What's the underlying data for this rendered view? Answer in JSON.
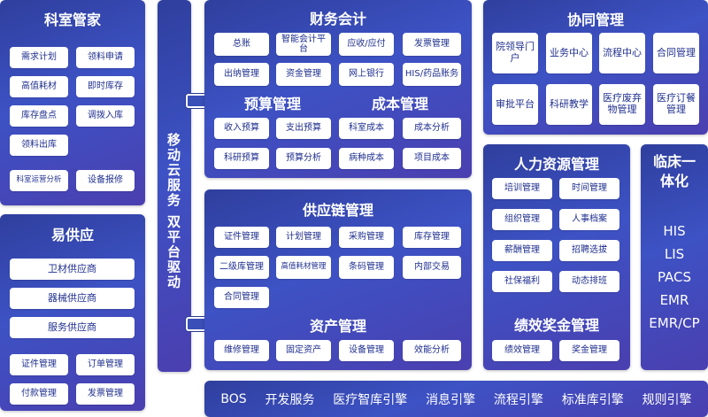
{
  "keshi": {
    "title": "科室管家",
    "items": [
      "需求计划",
      "领料申请",
      "高值耗材",
      "即时库存",
      "库存盘点",
      "调拨入库",
      "领料出库",
      "科室运营分析",
      "设备报修"
    ]
  },
  "yigongying": {
    "title": "易供应",
    "items": [
      "卫材供应商",
      "器械供应商",
      "服务供应商",
      "证件管理",
      "订单管理",
      "付款管理",
      "发票管理"
    ]
  },
  "middle": {
    "vertical": "移动云服务 双平台驱动"
  },
  "caiwu": {
    "title": "财务会计",
    "items": [
      "总账",
      "智能会计平台",
      "应收/应付",
      "发票管理",
      "出纳管理",
      "资金管理",
      "网上银行",
      "HIS/药品账务"
    ]
  },
  "yusuan": {
    "title": "预算管理",
    "items": [
      "收入预算",
      "支出预算",
      "科研预算",
      "预算分析"
    ]
  },
  "chengben": {
    "title": "成本管理",
    "items": [
      "科室成本",
      "成本分析",
      "病种成本",
      "项目成本"
    ]
  },
  "gongying": {
    "title": "供应链管理",
    "items": [
      "证件管理",
      "计划管理",
      "采购管理",
      "库存管理",
      "二级库管理",
      "高值耗材管理",
      "条码管理",
      "内部交易",
      "合同管理"
    ]
  },
  "zichan": {
    "title": "资产管理",
    "items": [
      "维修管理",
      "固定资产",
      "设备管理",
      "效能分析"
    ]
  },
  "xietong": {
    "title": "协同管理",
    "items": [
      "院领导门户",
      "业务中心",
      "流程中心",
      "合同管理",
      "审批平台",
      "科研教学",
      "医疗废弃物管理",
      "医疗订餐管理"
    ]
  },
  "renli": {
    "title": "人力资源管理",
    "items": [
      "培训管理",
      "时间管理",
      "组织管理",
      "人事档案",
      "薪酬管理",
      "招聘选拔",
      "社保福利",
      "动态排班"
    ]
  },
  "jixiao": {
    "title": "绩效奖金管理",
    "items": [
      "绩效管理",
      "奖金管理"
    ]
  },
  "linchuang": {
    "title": "临床一体化",
    "systems": [
      "HIS",
      "LIS",
      "PACS",
      "EMR",
      "EMR/CP"
    ]
  },
  "bottom": {
    "items": [
      "BOS",
      "开发服务",
      "医疗智库引擎",
      "消息引擎",
      "流程引擎",
      "标准库引擎",
      "规则引擎"
    ]
  }
}
